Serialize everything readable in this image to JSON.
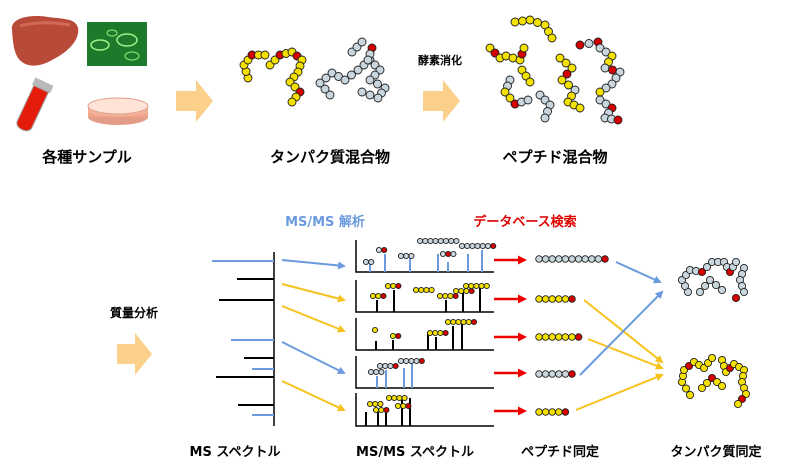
{
  "labels": {
    "samples": "各種サンプル",
    "protein_mixture": "タンパク質混合物",
    "digestion": "酵素消化",
    "peptide_mixture": "ペプチド混合物",
    "mass_analysis": "質量分析",
    "msms_analysis": "MS/MS 解析",
    "database_search": "データベース検索",
    "ms_spectrum": "MS スペクトル",
    "msms_spectrum": "MS/MS スペクトル",
    "peptide_id": "ペプチド同定",
    "protein_id": "タンパク質同定"
  },
  "colors": {
    "yellow_bead": "#f5e100",
    "red_bead": "#d40000",
    "gray_bead": "#c9d6de",
    "blue_accent": "#6c9be0",
    "orange_arrow": "#f6c21d",
    "red_arrow": "#ee0000",
    "big_arrow": "#fbd08a",
    "database_text": "#e00000"
  },
  "icons": [
    "liver-icon",
    "cell-culture-icon",
    "test-tube-icon",
    "petri-dish-icon"
  ]
}
